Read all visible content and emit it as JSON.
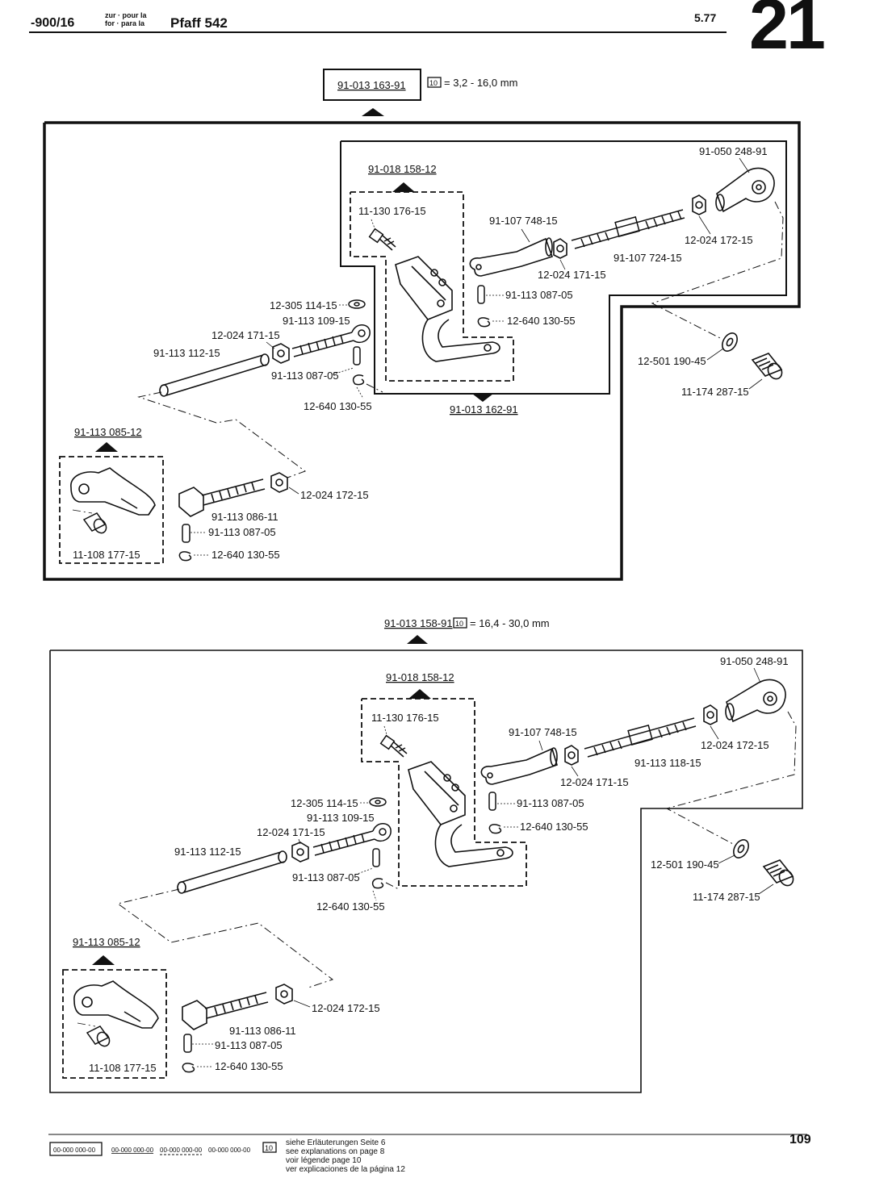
{
  "header": {
    "code": "-900/16",
    "small_line1": "zur · pour la",
    "small_line2": "for · para la",
    "model": "Pfaff 542",
    "date": "5.77",
    "section_number": "21"
  },
  "top_assembly": {
    "main_part": "91-013 163-91",
    "range_symbol": "10",
    "range": "= 3,2 - 16,0 mm",
    "sub_assembly": "91-013 162-91",
    "bracket_assembly": "91-018 158-12",
    "lever_assembly": "91-113 085-12",
    "parts": [
      "91-050 248-91",
      "11-130 176-15",
      "91-107 748-15",
      "12-024 172-15",
      "91-107 724-15",
      "12-024 171-15",
      "91-113 087-05",
      "12-640 130-55",
      "12-305 114-15",
      "91-113 109-15",
      "12-024 171-15",
      "91-113 112-15",
      "91-113 087-05",
      "12-640 130-55",
      "12-501 190-45",
      "11-174 287-15",
      "12-024 172-15",
      "91-113 086-11",
      "91-113 087-05",
      "11-108 177-15",
      "12-640 130-55"
    ]
  },
  "bottom_assembly": {
    "main_part": "91-013 158-91",
    "range_symbol": "10",
    "range": "= 16,4 - 30,0 mm",
    "bracket_assembly": "91-018 158-12",
    "lever_assembly": "91-113 085-12",
    "parts": [
      "91-050 248-91",
      "11-130 176-15",
      "91-107 748-15",
      "12-024 172-15",
      "91-113 118-15",
      "12-024 171-15",
      "91-113 087-05",
      "12-640 130-55",
      "12-305 114-15",
      "91-113 109-15",
      "12-024 171-15",
      "91-113 112-15",
      "91-113 087-05",
      "12-640 130-55",
      "12-501 190-45",
      "11-174 287-15",
      "12-024 172-15",
      "91-113 086-11",
      "91-113 087-05",
      "11-108 177-15",
      "12-640 130-55"
    ]
  },
  "legend": {
    "codes": [
      "00-000 000-00",
      "00-000 000-00",
      "00-000 000-00",
      "00-000 000-00"
    ],
    "symbol": "10",
    "lines": [
      "siehe Erläuterungen Seite 6",
      "see explanations on page 8",
      "voir légende page 10",
      "ver explicaciones de la página 12"
    ]
  },
  "page_number": "109"
}
